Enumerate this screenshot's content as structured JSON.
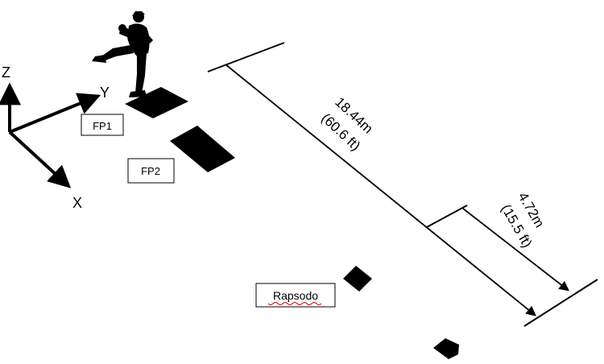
{
  "axes": {
    "z": "Z",
    "y": "Y",
    "x": "X"
  },
  "labels": {
    "fp1": "FP1",
    "fp2": "FP2",
    "rapsodo": "Rapsodo"
  },
  "measurements": {
    "long_m": "18.44m",
    "long_ft": "(60.6 ft)",
    "short_m": "4.72m",
    "short_ft": "(15.5 ft)"
  },
  "colors": {
    "ink": "#000000",
    "background": "#ffffff",
    "rapsodo_underline": "#c00000"
  },
  "icons": [
    "pitcher-silhouette",
    "axis-arrows",
    "force-plate",
    "rapsodo-device",
    "home-plate"
  ]
}
